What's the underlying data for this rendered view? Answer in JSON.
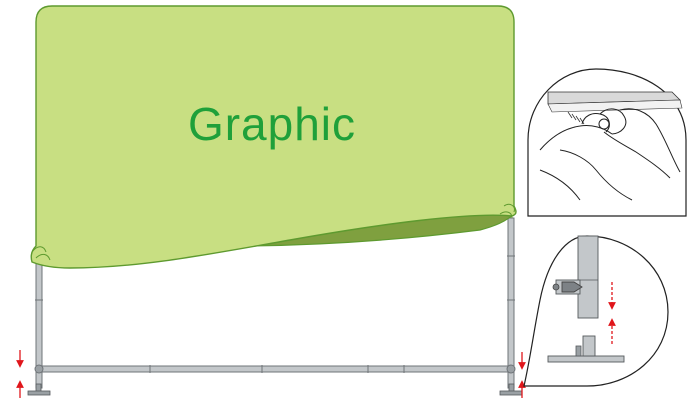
{
  "graphic": {
    "label": "Graphic",
    "fill_color": "#c8df82",
    "edge_color": "#5e9a2f",
    "underside_color": "#7fa03f"
  },
  "frame": {
    "tube_color": "#bfc3c6",
    "tube_edge_color": "#6f7478"
  },
  "arrows": {
    "color": "#e0161b"
  },
  "details": {
    "zipper_detail": "hand-attaching-zipper",
    "connector_detail": "tube-connector-into-foot"
  }
}
